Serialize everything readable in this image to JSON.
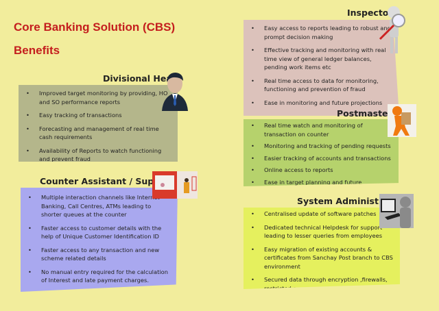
{
  "title": "Core Banking Solution (CBS)",
  "subtitle": "Benefits",
  "colors": {
    "background": "#f2ed9c",
    "title": "#c41e1e",
    "divisional_head_panel": "#b4b68b",
    "counter_assistant_panel": "#a9a8ef",
    "inspector_panel": "#dcc2bb",
    "postmaster_panel": "#b6d26c",
    "system_admin_panel": "#e5f05e"
  },
  "sections": {
    "divisional_head": {
      "heading": "Divisional Head",
      "icon": "businessman-icon",
      "items": [
        "Improved target monitoring by providing, HO and SO performance reports",
        "Easy tracking of transactions",
        "Forecasting and management of real time cash requirements",
        "Availability of Reports to watch functioning and prevent fraud"
      ]
    },
    "counter_assistant": {
      "heading": "Counter Assistant / Supervisor",
      "icon": "counter-scene-icon",
      "items": [
        "Multiple interaction channels like Internet Banking, Call Centres, ATMs leading to shorter queues at the counter",
        "Faster access to customer details with the help of Unique Customer Identification ID",
        "Faster access to any transaction and new scheme related details",
        "No manual entry required for the calculation of Interest and late payment charges."
      ]
    },
    "inspector": {
      "heading": "Inspector",
      "icon": "magnifier-figure-icon",
      "items": [
        "Easy access to reports leading to robust and prompt decision making",
        "Effective tracking  and monitoring with real time view of general ledger balances, pending work items etc",
        "Real time access to data for  monitoring, functioning and prevention of fraud",
        "Ease in monitoring and future  projections"
      ]
    },
    "postmaster": {
      "heading": "Postmaster",
      "icon": "postman-figure-icon",
      "items": [
        "Real time watch and monitoring of transaction on counter",
        "Monitoring and tracking of pending requests",
        "Easier tracking of accounts and transactions",
        "Online access to reports",
        "Ease in target planning and future projections"
      ]
    },
    "system_admin": {
      "heading": "System Administrator",
      "icon": "computer-user-icon",
      "items": [
        "Centralised update of software patches",
        "Dedicated technical Helpdesk for support leading to lesser queries from employees",
        "Easy migration of existing accounts & certificates from Sanchay Post branch to CBS environment",
        "Secured data through encryption ,firewalls, restricted access support"
      ]
    }
  }
}
